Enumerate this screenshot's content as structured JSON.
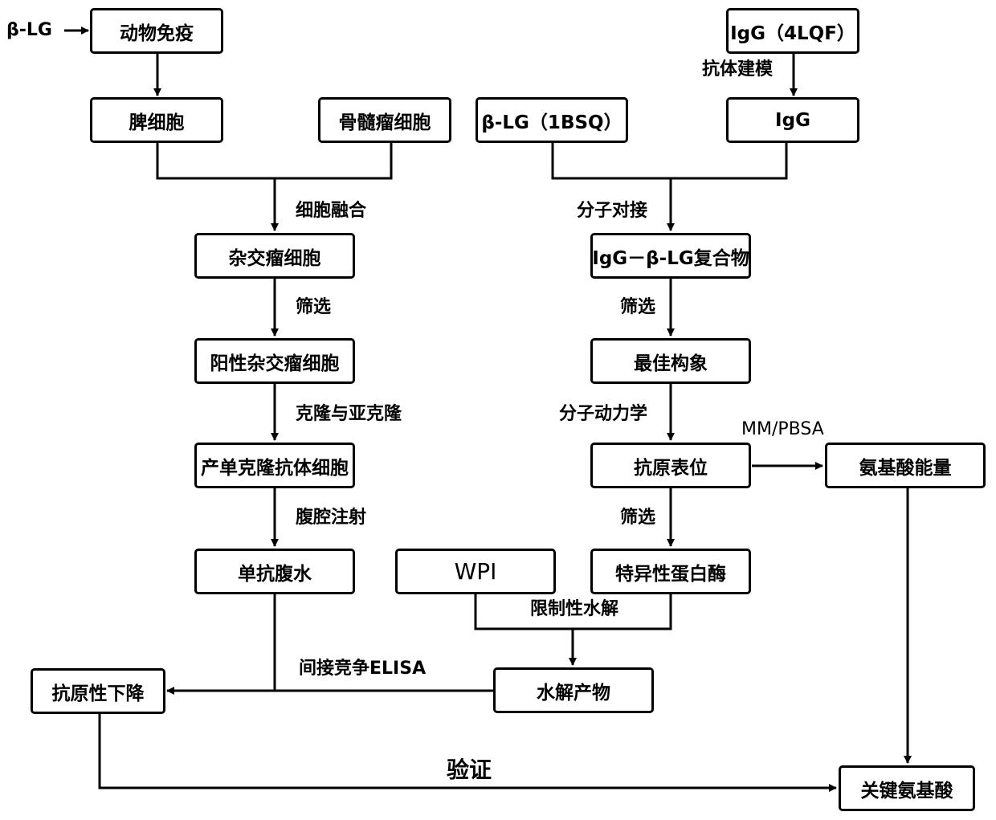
{
  "nodes": {
    "beta_lg_input": "β-LG",
    "immunize": "动物免疫",
    "spleen": "脾细胞",
    "myeloma": "骨髓瘤细胞",
    "hybridoma": "杂交瘤细胞",
    "positive_hybridoma": "阳性杂交瘤细胞",
    "mab_cells": "产单克隆抗体细胞",
    "ascites": "单抗腹水",
    "antigenicity_drop": "抗原性下降",
    "igg_4lqf": "IgG（4LQF）",
    "igg": "IgG",
    "beta_lg_1bsq": "β-LG（1BSQ）",
    "complex": "IgG－β-LG复合物",
    "best_conformation": "最佳构象",
    "epitope": "抗原表位",
    "aa_energy": "氨基酸能量",
    "specific_protease": "特异性蛋白酶",
    "wpi": "WPI",
    "hydrolysate": "水解产物",
    "key_aa": "关键氨基酸"
  },
  "edge_labels": {
    "antibody_modeling": "抗体建模",
    "cell_fusion": "细胞融合",
    "molecular_docking": "分子对接",
    "screen_1": "筛选",
    "screen_2": "筛选",
    "screen_3": "筛选",
    "cloning": "克隆与亚克隆",
    "md": "分子动力学",
    "mmpbsa": "MM/PBSA",
    "ip_injection": "腹腔注射",
    "limited_hydrolysis": "限制性水解",
    "ic_elisa": "间接竞争ELISA",
    "verification": "验证"
  }
}
